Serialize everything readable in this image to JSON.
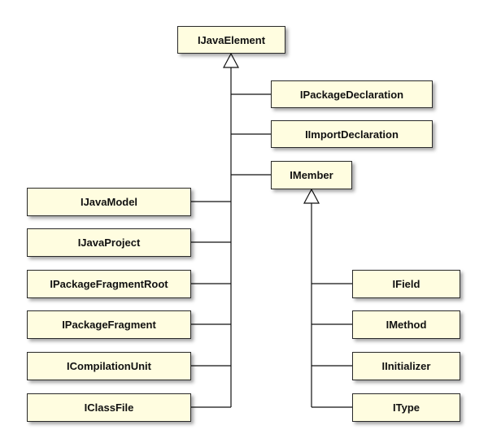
{
  "diagram": {
    "root": {
      "label": "IJavaElement"
    },
    "right_children": [
      {
        "label": "IPackageDeclaration"
      },
      {
        "label": "IImportDeclaration"
      },
      {
        "label": "IMember"
      }
    ],
    "left_children": [
      {
        "label": "IJavaModel"
      },
      {
        "label": "IJavaProject"
      },
      {
        "label": "IPackageFragmentRoot"
      },
      {
        "label": "IPackageFragment"
      },
      {
        "label": "ICompilationUnit"
      },
      {
        "label": "IClassFile"
      }
    ],
    "member_children": [
      {
        "label": "IField"
      },
      {
        "label": "IMethod"
      },
      {
        "label": "IInitializer"
      },
      {
        "label": "IType"
      }
    ],
    "colors": {
      "node_fill": "#fffde0",
      "node_border": "#2a2a2a",
      "connector": "#111111",
      "arrowhead_fill": "#ffffff"
    },
    "relationship": "inheritance"
  }
}
